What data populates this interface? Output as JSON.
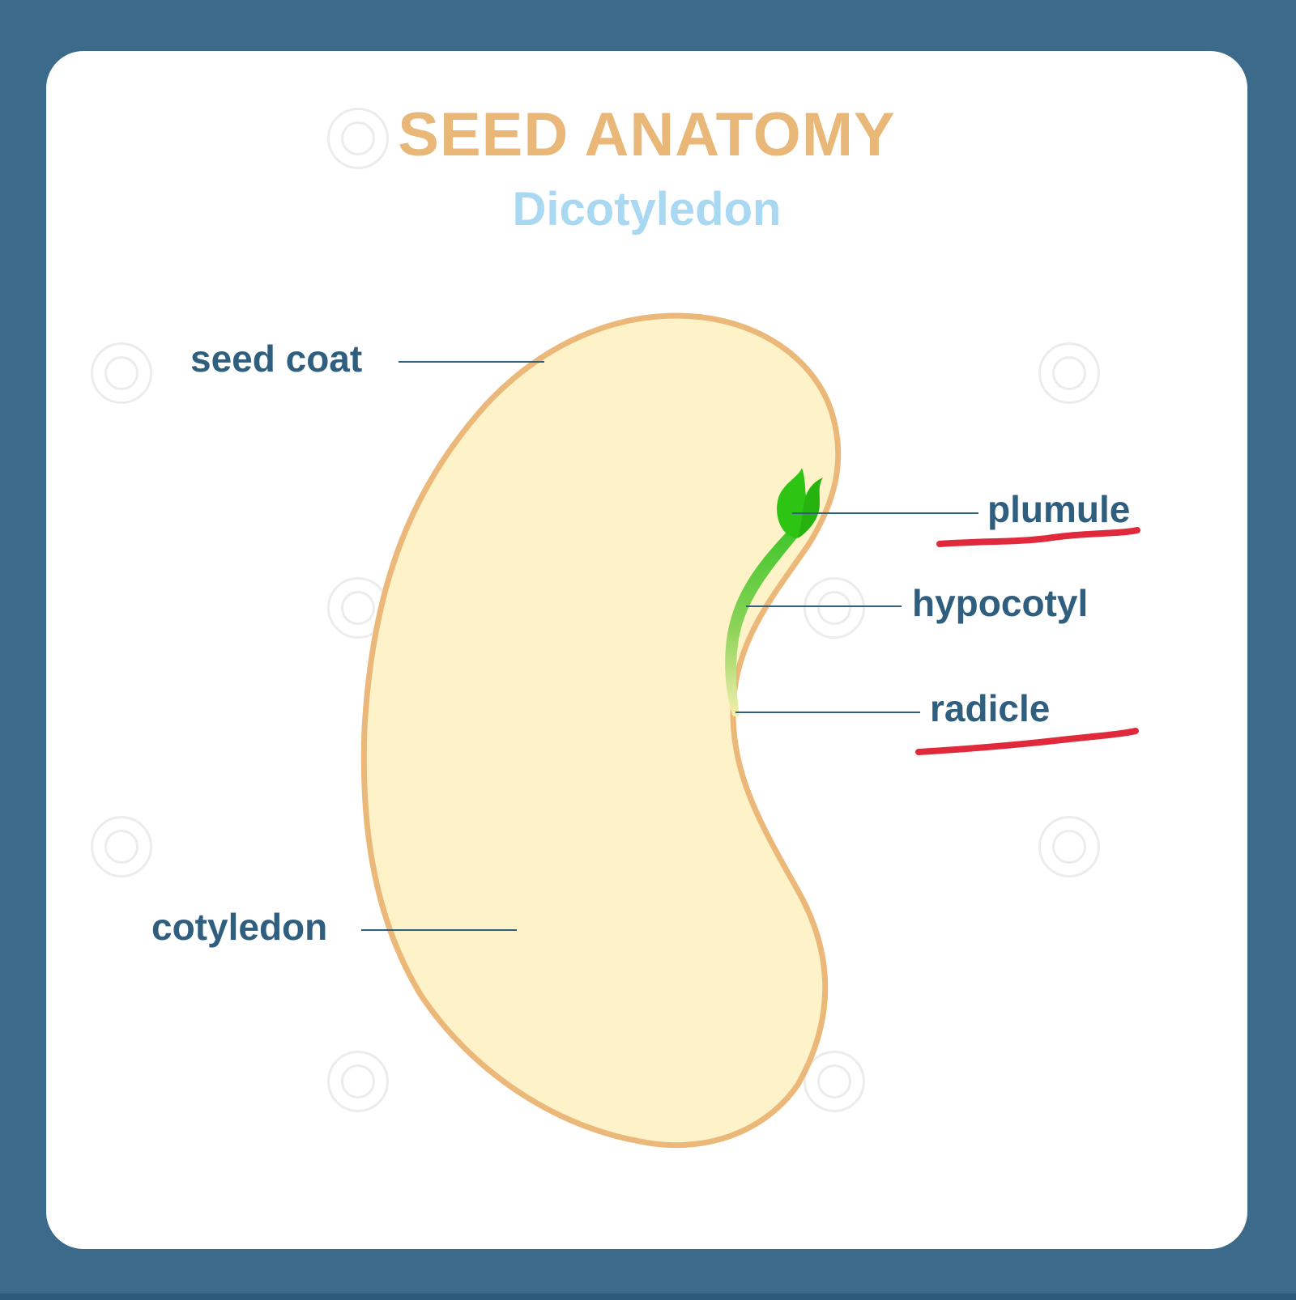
{
  "title": "SEED ANATOMY",
  "subtitle": "Dicotyledon",
  "labels": {
    "seed_coat": "seed coat",
    "plumule": "plumule",
    "hypocotyl": "hypocotyl",
    "radicle": "radicle",
    "cotyledon": "cotyledon"
  },
  "colors": {
    "frame": "#3b6a8a",
    "title": "#e9b878",
    "subtitle": "#a9d8f2",
    "seed_fill": "#fdf2c8",
    "seed_outline": "#ebb87a",
    "plumule": "#2ec414",
    "label": "#2f5e7e",
    "underline": "#e02a3c"
  }
}
